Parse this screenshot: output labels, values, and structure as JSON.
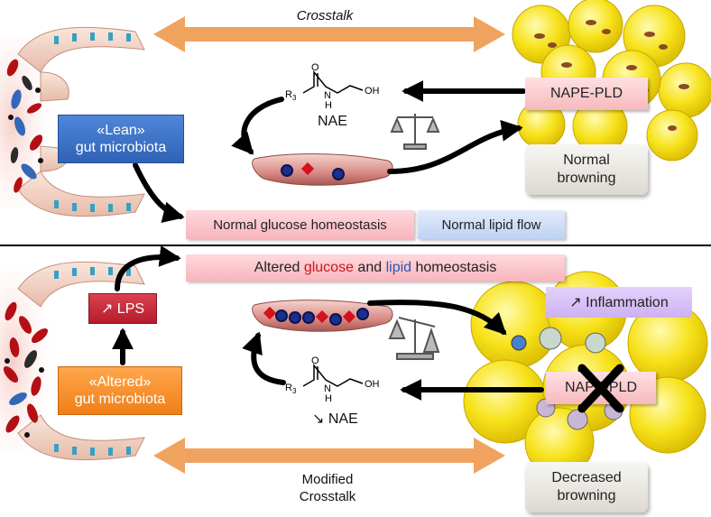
{
  "top": {
    "crosstalk": "Crosstalk",
    "lean_line1": "«Lean»",
    "lean_line2": "gut microbiota",
    "nae": "NAE",
    "nape_pld": "NAPE-PLD",
    "browning_line1": "Normal",
    "browning_line2": "browning",
    "glucose": "Normal glucose homeostasis",
    "lipid": "Normal lipid flow"
  },
  "bottom": {
    "altered_homeostasis_pre": "Altered ",
    "altered_homeostasis_glucose": "glucose",
    "altered_homeostasis_mid": " and ",
    "altered_homeostasis_lipid": "lipid",
    "altered_homeostasis_post": " homeostasis",
    "lps": "↗ LPS",
    "altered_line1": "«Altered»",
    "altered_line2": "gut microbiota",
    "nae": "↘ NAE",
    "nape_pld": "NAPE-PLD",
    "inflammation": "↗ Inflammation",
    "modified_line1": "Modified",
    "modified_line2": "Crosstalk",
    "browning_line1": "Decreased",
    "browning_line2": "browning"
  },
  "chem": {
    "r3": "R",
    "r3_sub": "3",
    "o": "O",
    "n": "N",
    "h": "H",
    "oh": "OH"
  },
  "colors": {
    "crosstalk_arrow": "#f0a35e",
    "lean_box": "#3a6fc4",
    "altered_box": "#f58c24",
    "lps_box": "#c22a36",
    "adipose": "#f7e21a",
    "vessel": "#d98b86",
    "glucose_text": "#d4111c",
    "lipid_text": "#2d56b4"
  }
}
